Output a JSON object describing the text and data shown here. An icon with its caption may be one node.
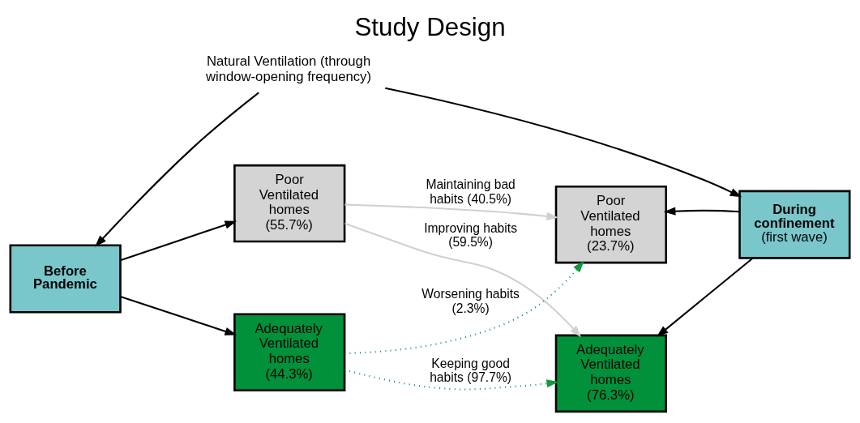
{
  "diagram": {
    "title": "Study Design",
    "nodes": [
      {
        "text": [
          "Natural Ventilation (through window-opening frequency)"
        ]
      },
      {
        "text": [
          "Before Pandemic"
        ]
      },
      {
        "text": [
          "Poor Ventilated homes",
          "(55.7%)"
        ]
      },
      {
        "text": [
          "Adequately Ventilated homes",
          "(44.3%)"
        ]
      },
      {
        "text": [
          "Poor Ventilated homes",
          "(23.7%)"
        ]
      },
      {
        "text": [
          "Adequately Ventilated homes",
          "(76.3%)"
        ]
      },
      {
        "text": [
          "During confinement",
          "(first wave)"
        ]
      }
    ],
    "edges": [
      {
        "from": 0,
        "to": 1,
        "arrow": "to"
      },
      {
        "from": 0,
        "to": 6,
        "arrow": "to"
      },
      {
        "from": 1,
        "to": 2,
        "arrow": "to"
      },
      {
        "from": 1,
        "to": 3,
        "arrow": "to"
      },
      {
        "from": 6,
        "to": 4,
        "arrow": "to"
      },
      {
        "from": 6,
        "to": 5,
        "arrow": "to"
      },
      {
        "from": 2,
        "to": 4,
        "arrow": "to",
        "label": "Maintaining bad habits (40.5%)",
        "color": "#d0d0d0"
      },
      {
        "from": 3,
        "to": 4,
        "arrow": "to",
        "label": "Worsening habits (2.3%)",
        "style": "dashed",
        "color": "#119a3c"
      },
      {
        "from": 2,
        "to": 5,
        "arrow": "to",
        "label": "Improving habits (59.5%)",
        "color": "#d0d0d0"
      },
      {
        "from": 3,
        "to": 5,
        "arrow": "to",
        "label": "Keeping good habits (97.7%)",
        "style": "dashed",
        "color": "#119a3c"
      }
    ]
  }
}
